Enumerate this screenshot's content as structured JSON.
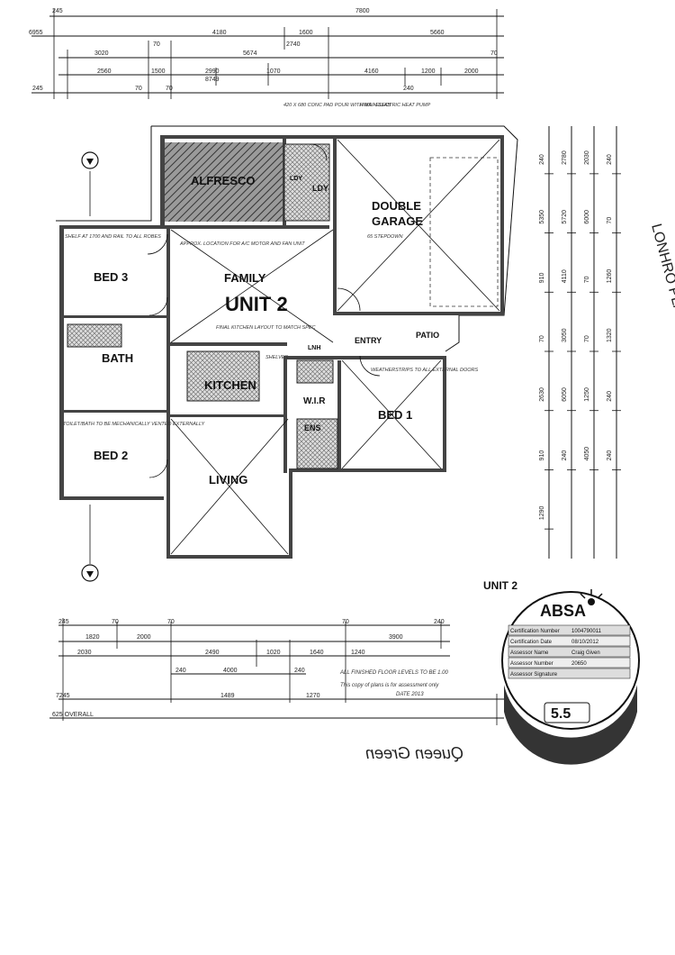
{
  "top_dims": {
    "row1": [
      "245",
      "7800"
    ],
    "row2": [
      "6955",
      "4180",
      "1600",
      "5660"
    ],
    "row3": [
      "3020",
      "5674",
      "70",
      "2740",
      "70"
    ],
    "row4": [
      "2560",
      "1500",
      "2990",
      "1070",
      "4160",
      "1200",
      "2000"
    ],
    "row5": [
      "245",
      "70",
      "70",
      "8749",
      "240"
    ]
  },
  "side_dims": [
    "240",
    "2780",
    "2030",
    "240",
    "5350",
    "5720",
    "6000",
    "70",
    "910",
    "4110",
    "70",
    "1260",
    "70",
    "3050",
    "70",
    "1320",
    "2630",
    "6050",
    "1250",
    "240",
    "910",
    "240",
    "4050",
    "240",
    "1290"
  ],
  "rooms": {
    "alfresco": "ALFRESCO",
    "double_garage_1": "DOUBLE",
    "double_garage_2": "GARAGE",
    "family": "FAMILY",
    "unit_2": "UNIT 2",
    "bed3": "BED 3",
    "bath": "BATH",
    "kitchen": "KITCHEN",
    "bed2": "BED 2",
    "living": "LIVING",
    "bed1": "BED 1",
    "wir": "W.I.R",
    "ens": "ENS",
    "entry": "ENTRY",
    "patio": "PATIO",
    "ldy": "LDY",
    "lnh": "LNH",
    "ldy2": "LDY"
  },
  "notes": {
    "n1": "APPROX. LOCATION FOR A/C MOTOR AND FAN UNIT",
    "n2": "FINAL KITCHEN LAYOUT TO MATCH SPEC",
    "n3": "WEATHERSTRIPS TO ALL EXTERNAL DOORS",
    "n4": "TOILET/BATH TO BE MECHANICALLY VENTED EXTERNALLY",
    "n5": "SHELF AT 1700 AND RAIL TO ALL ROBES",
    "n6": "420 X 680 CONC PAD POUR WITH MAIN SLAB",
    "n7": "HWS - ELECTRIC HEAT PUMP",
    "n8": "SHELVES",
    "n9": "65 STEPDOWN"
  },
  "bottom_dims": {
    "row1": [
      "245",
      "70",
      "70",
      "70",
      "240"
    ],
    "row2": [
      "1820",
      "2000",
      "2490",
      "1020",
      "1640",
      "1240",
      "3900"
    ],
    "row3": [
      "2030",
      "240",
      "4000",
      "240"
    ],
    "row4": [
      "7245",
      "1489",
      "1270"
    ],
    "overall": "625 OVERALL"
  },
  "bottom_notes": {
    "l1": "ALL FINISHED FLOOR LEVELS TO BE 1.00",
    "l2": "This copy of plans is for assessment only",
    "l3": "DATE 2013"
  },
  "unit_label": "UNIT 2",
  "side_label": "LONHRO PLACE",
  "handwriting": "Queen Green",
  "seal": {
    "brand": "ABSA",
    "rows": [
      "Certification Number",
      "Certification Date",
      "Assessor Name",
      "Assessor Number",
      "Assessor Signature"
    ],
    "values": [
      "1004790011",
      "08/10/2012",
      "Craig Given",
      "20650",
      ""
    ],
    "stars": "5.5"
  }
}
